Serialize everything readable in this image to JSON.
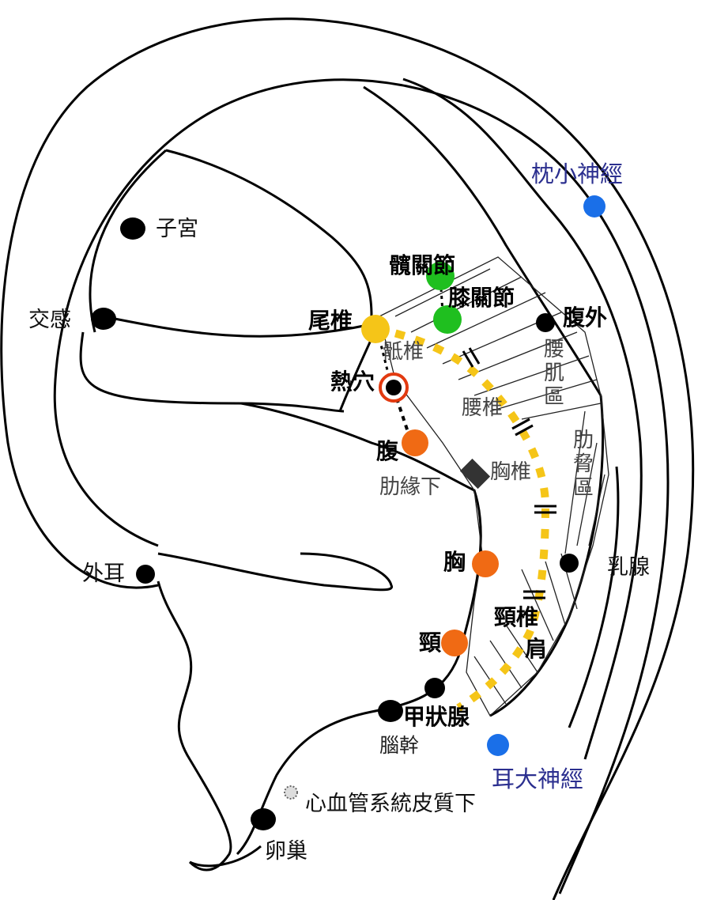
{
  "labels": {
    "zigong": "子宮",
    "jiaogan": "交感",
    "kuan_guanjie": "髖關節",
    "xi_guanjie": "膝關節",
    "fuwai": "腹外",
    "weizhui": "尾椎",
    "dizhui": "骶椎",
    "yao_ji_qu": "腰肌區",
    "rexue": "熱穴",
    "yaozhui": "腰椎",
    "xiong_ji_qu": "肋脅區",
    "fu": "腹",
    "xiongzhui": "胸椎",
    "leiyuanxia": "肋緣下",
    "xiong": "胸",
    "ruxian": "乳腺",
    "waier": "外耳",
    "jingzhui": "頸椎",
    "jian": "肩",
    "jing": "頸",
    "jiazhuangxian": "甲狀腺",
    "naogan": "腦幹",
    "erda_shenjing": "耳大神經",
    "zhenxiao_shenjing": "枕小神經",
    "xinxueguan": "心血管系統皮質下",
    "luanchao": "卵巢"
  },
  "colors": {
    "outline": "#000000",
    "point_black": "#000000",
    "point_green": "#1fbf1f",
    "point_orange": "#f06a14",
    "point_yellow": "#f5c518",
    "point_blue": "#1a6fe8",
    "heat_point_ring": "#e23a10",
    "spine_dashes": "#f5c518",
    "label_blue": "#2b2f8f"
  }
}
